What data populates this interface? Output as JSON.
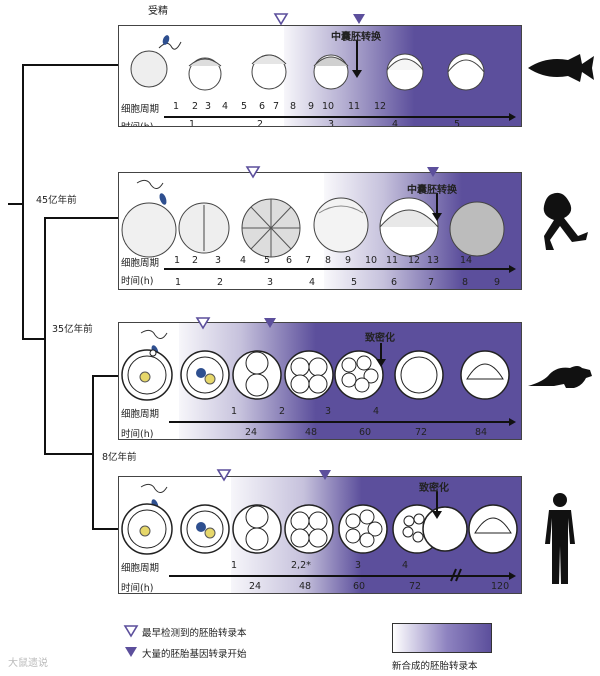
{
  "header": {
    "fertilization": "受精"
  },
  "tree": {
    "t45": "45亿年前",
    "t35": "35亿年前",
    "t8": "8亿年前"
  },
  "rows": [
    {
      "id": "zebrafish",
      "cycle_label": "细胞周期",
      "cycles": [
        "1",
        "2",
        "3",
        "4",
        "5",
        "6",
        "7",
        "8",
        "9",
        "10",
        "11",
        "12"
      ],
      "time_label": "时间(h)",
      "times": [
        "1",
        "2",
        "3",
        "4",
        "5"
      ],
      "annotation": "中囊胚转换"
    },
    {
      "id": "frog",
      "cycle_label": "细胞周期",
      "cycles": [
        "1",
        "2",
        "3",
        "4",
        "5",
        "6",
        "7",
        "8",
        "9",
        "10",
        "11",
        "12",
        "13",
        "14"
      ],
      "time_label": "时间(h)",
      "times": [
        "1",
        "2",
        "3",
        "4",
        "5",
        "6",
        "7",
        "8",
        "9"
      ],
      "annotation": "中囊胚转换"
    },
    {
      "id": "mouse",
      "cycle_label": "细胞周期",
      "cycles": [
        "1",
        "2",
        "3",
        "4"
      ],
      "time_label": "时间(h)",
      "times": [
        "24",
        "48",
        "60",
        "72",
        "84"
      ],
      "annotation": "致密化"
    },
    {
      "id": "human",
      "cycle_label": "细胞周期",
      "cycles": [
        "1",
        "2,2*",
        "3",
        "4"
      ],
      "time_label": "时间(h)",
      "times": [
        "24",
        "48",
        "60",
        "72",
        "120"
      ],
      "annotation": "致密化"
    }
  ],
  "legend": {
    "open_triangle": "最早检测到的胚胎转录本",
    "filled_triangle": "大量的胚胎基因转录开始",
    "gradient": "新合成的胚胎转录本"
  },
  "watermark": "大鼠遗说",
  "colors": {
    "purple": "#5c4f9c",
    "light_purple": "#efedf7",
    "yolk": "#e6d76a",
    "nucleus": "#2e4f8f"
  }
}
